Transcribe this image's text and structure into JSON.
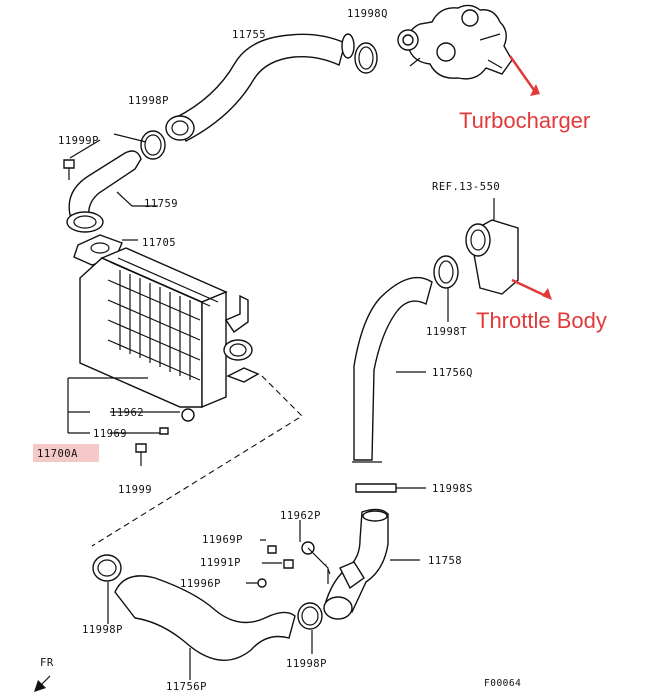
{
  "parts": {
    "p11755": "11755",
    "p11998Q": "11998Q",
    "p11998P_top": "11998P",
    "p11999P": "11999P",
    "p11759": "11759",
    "p11705": "11705",
    "ref": "REF.13-550",
    "p11998T": "11998T",
    "p11756Q": "11756Q",
    "p11962_left": "11962",
    "p11969": "11969",
    "p11700A": "11700A",
    "p11999": "11999",
    "p11998S": "11998S",
    "p11962P": "11962P",
    "p11969P": "11969P",
    "p11991P": "11991P",
    "p11996P": "11996P",
    "p11758": "11758",
    "p11998P_left": "11998P",
    "p11998P_bottom": "11998P",
    "p11756P": "11756P",
    "fr": "FR",
    "fig": "F00064"
  },
  "callouts": {
    "turbo": "Turbocharger",
    "throttle": "Throttle Body"
  },
  "colors": {
    "callout": "#e23a3a",
    "highlight": "#f6c9c9"
  }
}
